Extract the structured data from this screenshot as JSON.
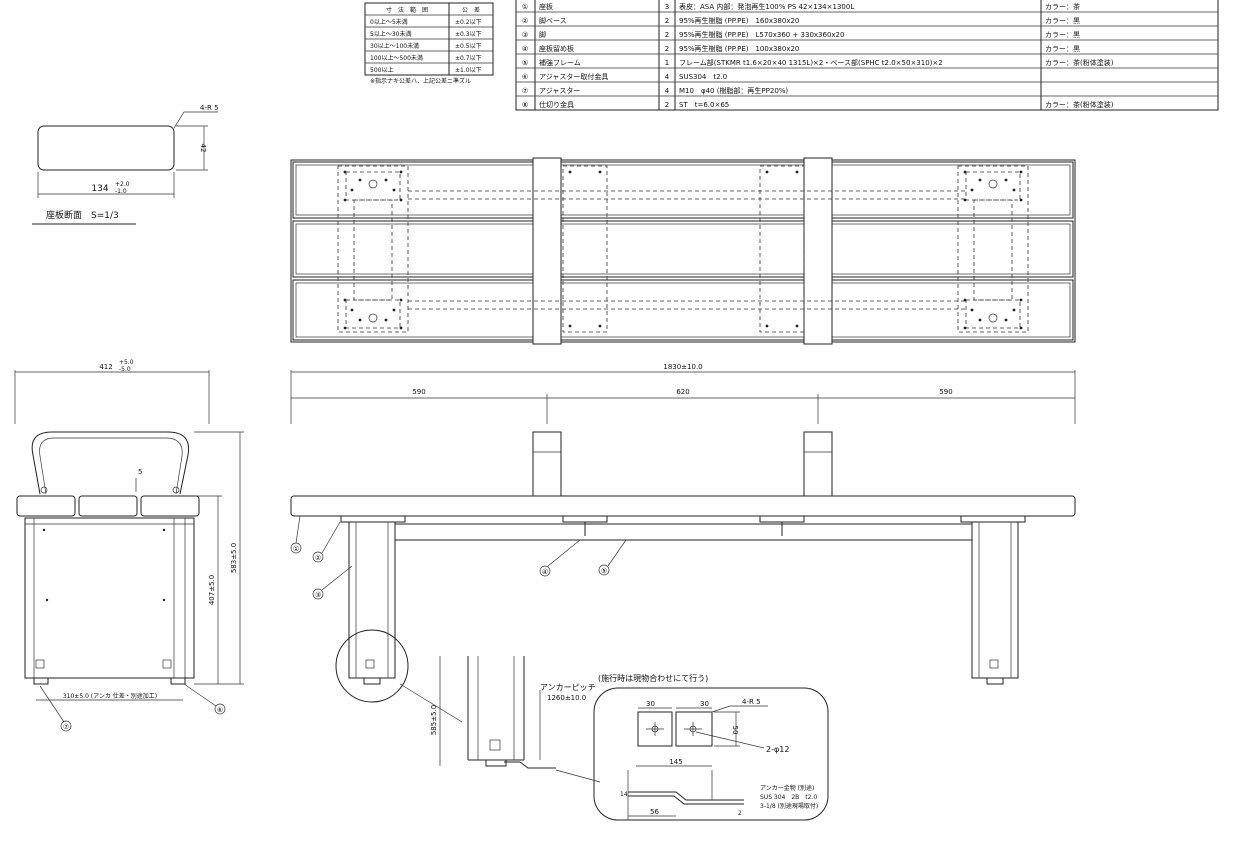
{
  "tolerance_table": {
    "headers": [
      "寸　法　範　囲",
      "公　差"
    ],
    "rows": [
      [
        "0以上～5未満",
        "±0.2以下"
      ],
      [
        "5以上～30未満",
        "±0.3以下"
      ],
      [
        "30以上～100未満",
        "±0.5以下"
      ],
      [
        "100以上～500未満",
        "±0.7以下"
      ],
      [
        "500以上",
        "±1.0以下"
      ]
    ],
    "note": "※指示ナキ公差ハ、上記公差ニ準ズル"
  },
  "parts_table": [
    {
      "no": "①",
      "name": "座板",
      "qty": "3",
      "spec": "表皮：ASA 内部：発泡再生100% PS 42×134×1300L",
      "color": "カラー：茶"
    },
    {
      "no": "②",
      "name": "脚ベース",
      "qty": "2",
      "spec": "95%再生樹脂 (PP.PE)　160x380x20",
      "color": "カラー：黒"
    },
    {
      "no": "③",
      "name": "脚",
      "qty": "2",
      "spec": "95%再生樹脂 (PP.PE)　L570x360 + 330x360x20",
      "color": "カラー：黒"
    },
    {
      "no": "④",
      "name": "座板留め板",
      "qty": "2",
      "spec": "95%再生樹脂 (PP.PE)　100x380x20",
      "color": "カラー：黒"
    },
    {
      "no": "⑤",
      "name": "補強フレーム",
      "qty": "1",
      "spec": "フレーム部(STKMR t1.6×20×40 1315L)×2・ベース部(SPHC t2.0×50×310)×2",
      "color": "カラー：茶(粉体塗装)"
    },
    {
      "no": "⑥",
      "name": "アジャスター取付金具",
      "qty": "4",
      "spec": "SUS304　t2.0",
      "color": ""
    },
    {
      "no": "⑦",
      "name": "アジャスター",
      "qty": "4",
      "spec": "M10　φ40 (樹脂部：再生PP20%)",
      "color": ""
    },
    {
      "no": "⑧",
      "name": "仕切り金具",
      "qty": "2",
      "spec": "ST　t=6.0×65",
      "color": "カラー：茶(粉体塗装)"
    }
  ],
  "section": {
    "radius_label": "4-R 5",
    "height_dim": "42",
    "width_dim": "134",
    "width_tol_plus": "+2.0",
    "width_tol_minus": "-1.0",
    "caption": "座板断面　S=1/3"
  },
  "side_view": {
    "overall_width": "412",
    "overall_width_tol_plus": "+5.0",
    "overall_width_tol_minus": "-5.0",
    "total_height": "583±5.0",
    "seat_height": "407±5.0",
    "small_dim": "5",
    "base_width": "310±5.0 (アンカ 仕差・別途加工)",
    "callout_7": "⑦",
    "callout_6": "⑥"
  },
  "front_view": {
    "overall_length": "1830±10.0",
    "segments": [
      "590",
      "620",
      "590"
    ],
    "callouts": [
      "①",
      "②",
      "③",
      "④",
      "⑤"
    ]
  },
  "anchor": {
    "leg_height": "585±5.0",
    "anchor_pitch_label": "アンカーピッチ",
    "anchor_pitch": "1260±10.0",
    "note": "(施行時は現物合わせにて行う)",
    "dim_30a": "30",
    "dim_30b": "30",
    "radius_label": "4-R 5",
    "dim_50": "50",
    "hole_label": "2-φ12",
    "dim_145": "145",
    "dim_56": "56",
    "dim_2": "2",
    "dim_14": "14",
    "spec_line1": "アンカー金物 (別途)",
    "spec_line2": "SUS 304　2B　t2.0",
    "spec_line3": "3-1/8 (別途現場取付)"
  }
}
